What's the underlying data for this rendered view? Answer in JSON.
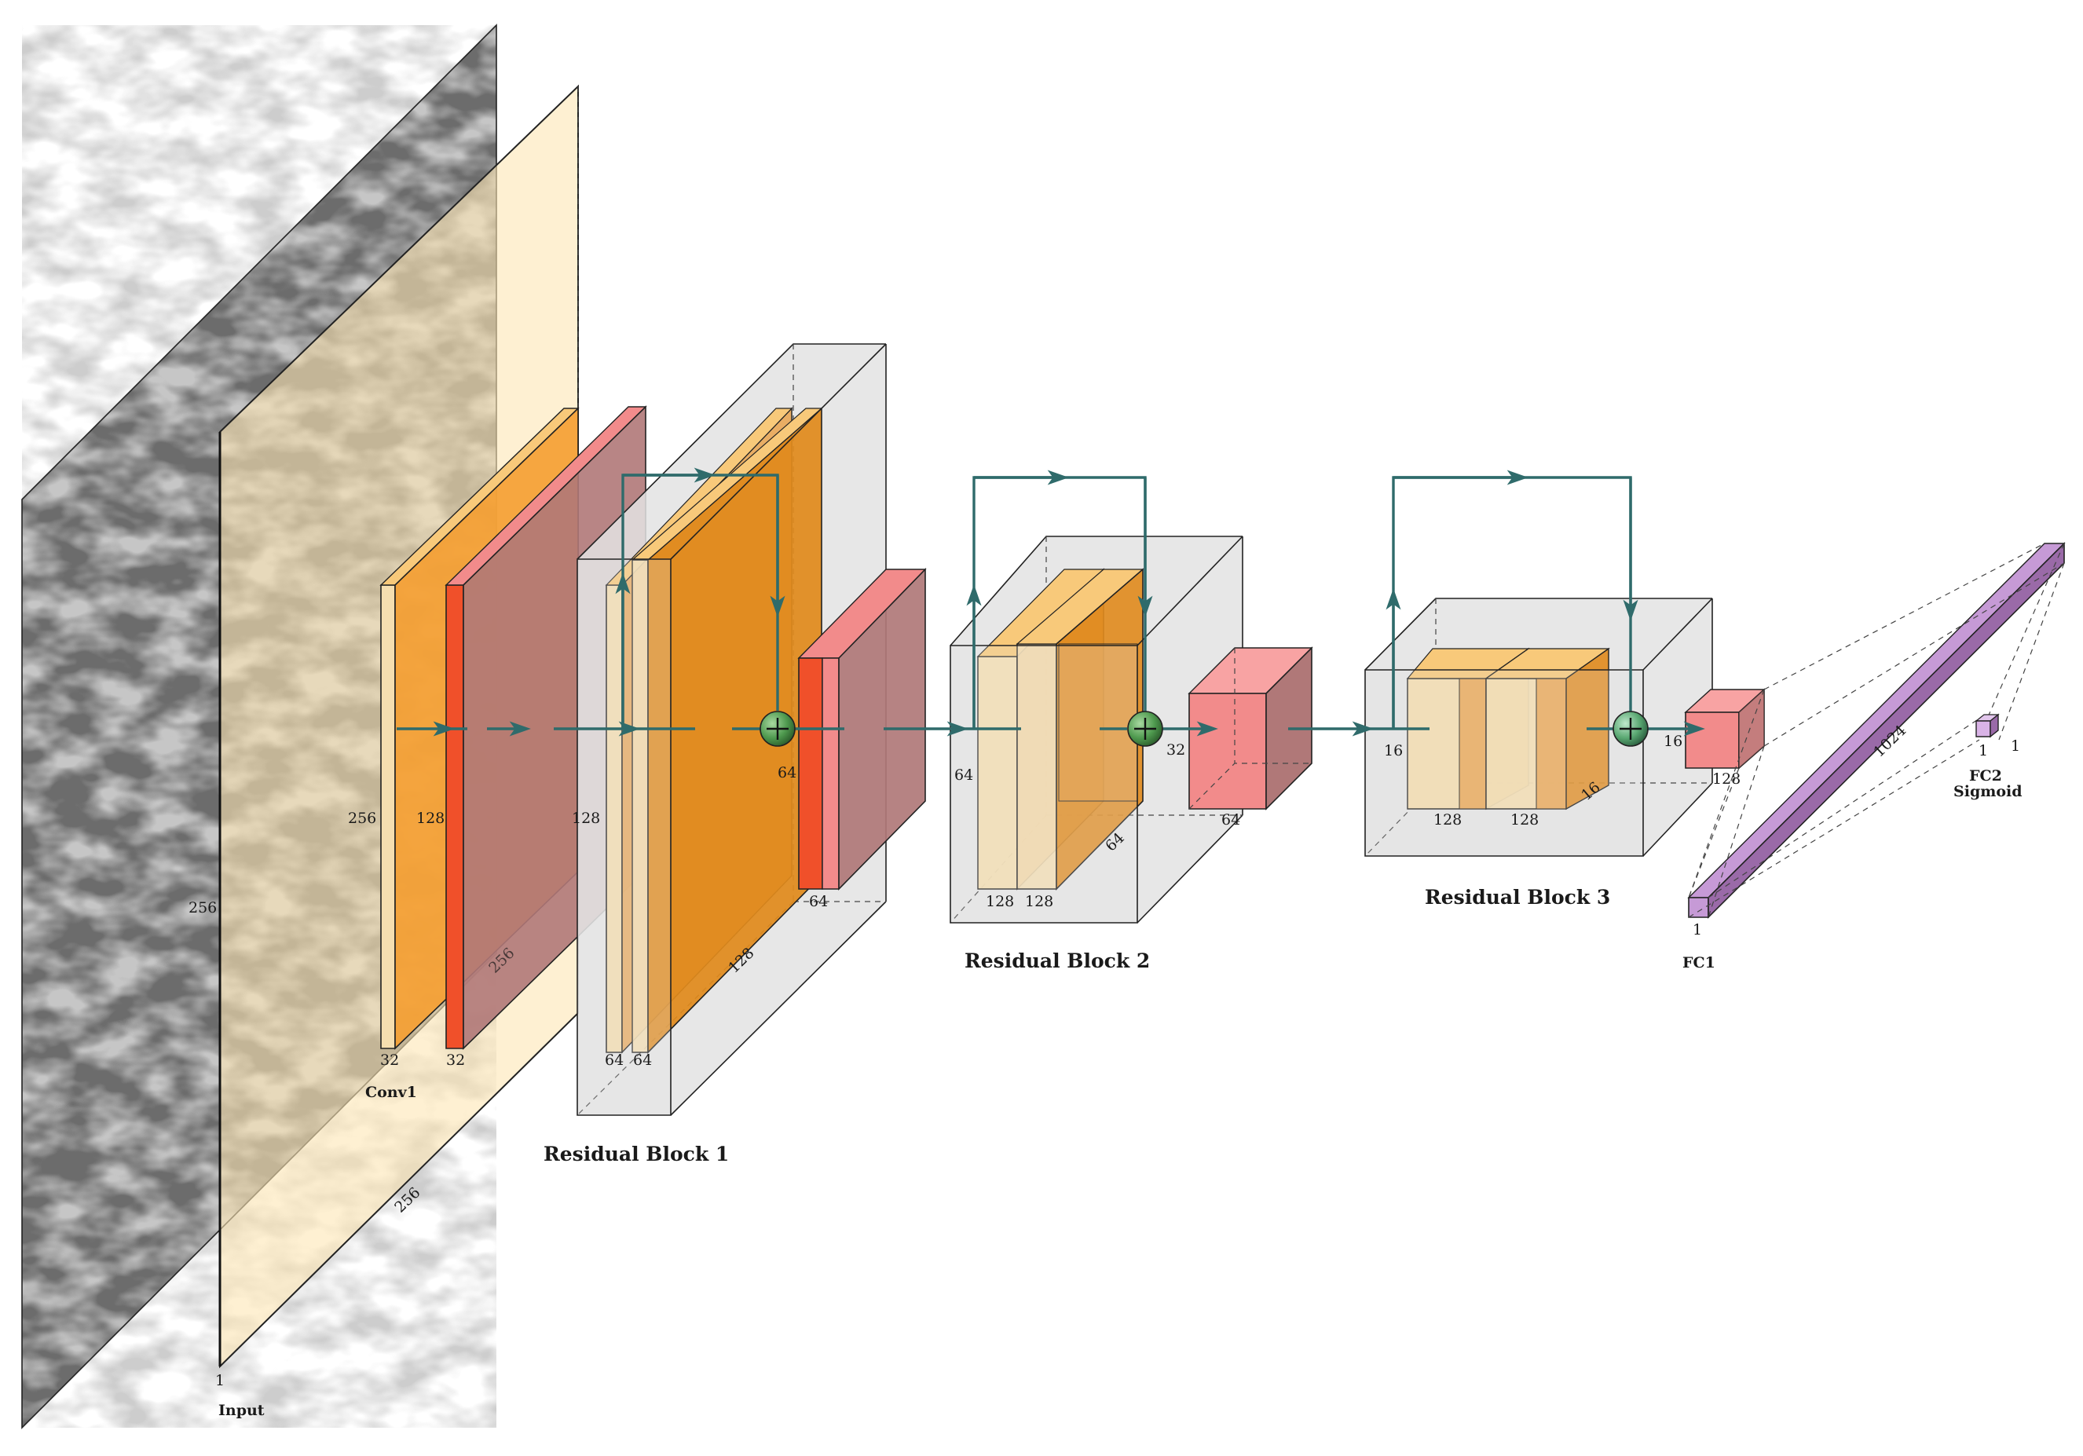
{
  "labels": {
    "input_title": "Input",
    "input_size_v": "256",
    "input_size_d": "256",
    "input_channels": "1",
    "conv1_title": "Conv1",
    "conv1_size_v": "256",
    "conv1_channels": "32",
    "pool1_size_v": "128",
    "pool1_size_d": "256",
    "pool1_channels": "32",
    "rb1_title": "Residual Block 1",
    "rb1_size_v": "128",
    "rb1_size_d": "128",
    "rb1_ch_a": "64",
    "rb1_ch_b": "64",
    "pool2_size": "64",
    "pool2_channels": "64",
    "rb2_title": "Residual Block 2",
    "rb2_size_v": "64",
    "rb2_size_d": "64",
    "rb2_ch_a": "128",
    "rb2_ch_b": "128",
    "pool3_size": "32",
    "pool3_channels": "64",
    "rb3_title": "Residual Block 3",
    "rb3_size_v": "16",
    "rb3_size_d": "16",
    "rb3_ch_a": "128",
    "rb3_ch_b": "128",
    "pool4_size": "16",
    "pool4_channels": "128",
    "fc1_title": "FC1",
    "fc1_size": "1024",
    "fc1_width": "1",
    "fc2_title": "FC2",
    "fc2_subtitle": "Sigmoid",
    "fc2_size_a": "1",
    "fc2_size_b": "1"
  },
  "colors": {
    "conv": "#f5a033",
    "conv_dark": "#e08a1c",
    "conv_light": "#f5deb0",
    "relu": "#f0502a",
    "pool": "#f28b8b",
    "pool_side": "#b07878",
    "block_box": "#e3e3e3",
    "input_overlay": "#fde6b4",
    "fc": "#c69ad6",
    "fc_dark": "#9a6aa8",
    "sum": "#4f9a4f",
    "arrow": "#2f6b6b",
    "image_dark": "#2d2d2d",
    "image_light": "#cfcfcf"
  }
}
